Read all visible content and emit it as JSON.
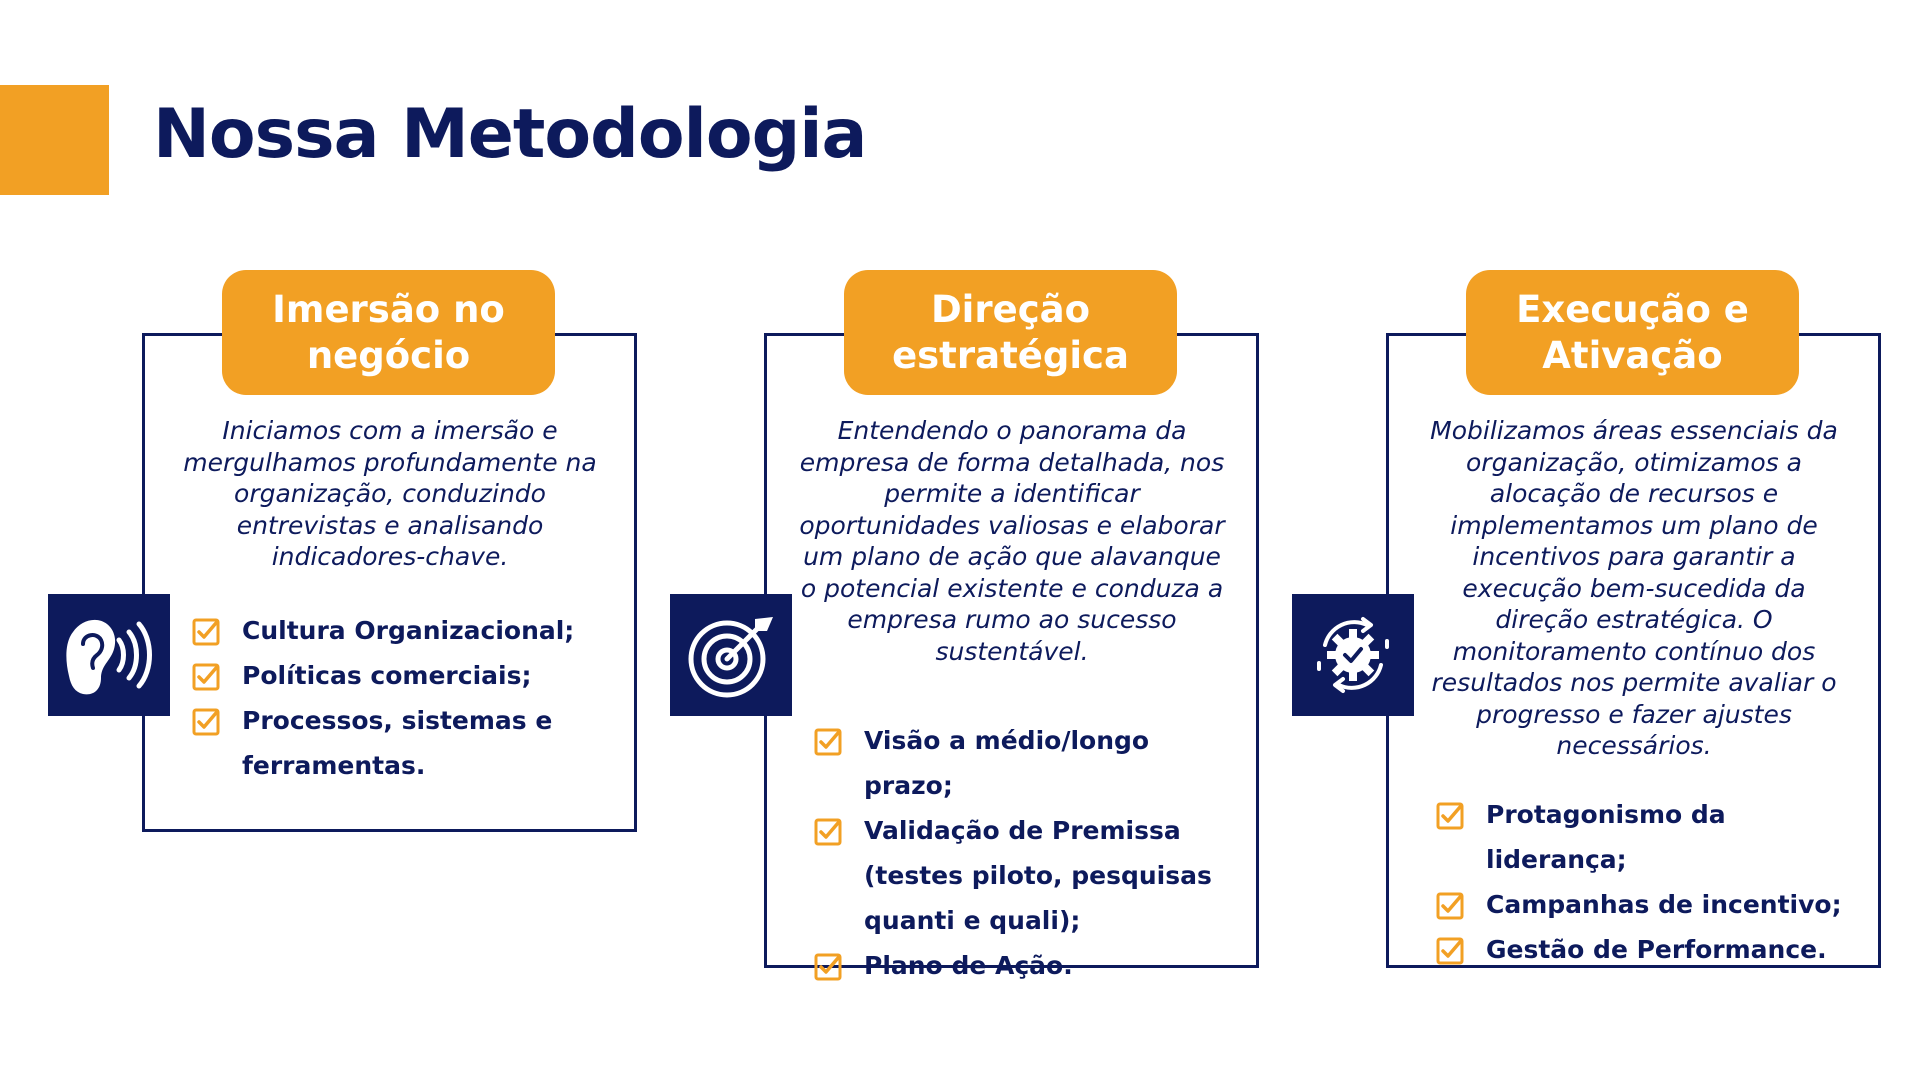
{
  "title": "Nossa Metodologia",
  "colors": {
    "navy": "#0d1a5c",
    "orange": "#f2a024",
    "background": "#ffffff"
  },
  "cards": [
    {
      "header": "Imersão no\nnegócio",
      "icon": "ear-listening-icon",
      "description": "Iniciamos com a imersão e mergulhamos profundamente na organização, conduzindo entrevistas e analisando indicadores-chave.",
      "items": [
        "Cultura Organizacional;",
        "Políticas comerciais;",
        "Processos, sistemas e ferramentas."
      ]
    },
    {
      "header": "Direção\nestratégica",
      "icon": "target-arrow-icon",
      "description": "Entendendo o panorama da empresa de forma detalhada, nos permite a identificar oportunidades valiosas e elaborar um plano de ação que alavanque o potencial existente e conduza a empresa rumo ao sucesso sustentável.",
      "items": [
        "Visão a médio/longo prazo;",
        "Validação de Premissa (testes piloto, pesquisas quanti e quali);",
        "Plano de Ação."
      ]
    },
    {
      "header": "Execução e\nAtivação",
      "icon": "gear-cycle-check-icon",
      "description": "Mobilizamos áreas essenciais da organização, otimizamos a alocação de recursos e implementamos um plano de incentivos para garantir a execução bem-sucedida da direção estratégica. O monitoramento contínuo dos resultados nos permite avaliar o progresso e fazer ajustes necessários.",
      "items": [
        "Protagonismo da liderança;",
        "Campanhas de incentivo;",
        "Gestão de Performance."
      ]
    }
  ]
}
